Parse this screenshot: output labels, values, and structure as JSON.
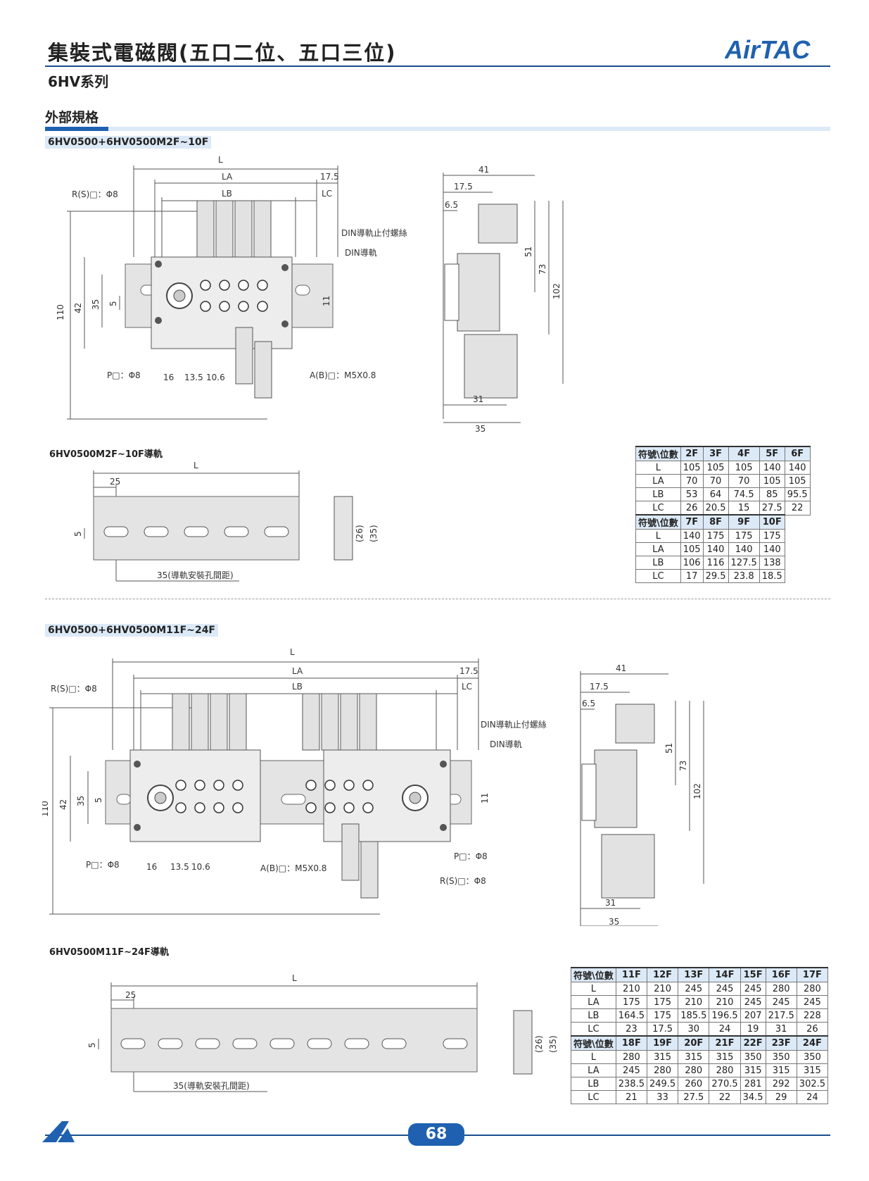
{
  "header": {
    "title": "集裝式電磁閥(五口二位、五口三位)",
    "series": "6HV系列",
    "brand": "AirTAC"
  },
  "section": {
    "heading": "外部規格"
  },
  "block1": {
    "model": "6HV0500+6HV0500M2F~10F",
    "top_labels": {
      "L": "L",
      "LA": "LA",
      "LB": "LB",
      "LC": "LC",
      "d175": "17.5"
    },
    "callouts": {
      "rs": "R(S)□：Φ8",
      "din_screw": "DIN導軌止付螺絲",
      "din": "DIN導軌",
      "p": "P□：Φ8",
      "ab": "A(B)□：M5X0.8"
    },
    "left_dims": [
      "110",
      "42",
      "35",
      "5"
    ],
    "inner_dim": "11",
    "bottom_dims": [
      "16",
      "13.5",
      "10.6"
    ],
    "side": {
      "w41": "41",
      "w175": "17.5",
      "w65": "6.5",
      "h51": "51",
      "h73": "73",
      "h102": "102",
      "b31": "31",
      "b35": "35"
    },
    "rail_title": "6HV0500M2F~10F導軌",
    "rail": {
      "L": "L",
      "d25": "25",
      "d5": "5",
      "pitch": "35(導軌安裝孔間距)",
      "h26": "(26)",
      "h35": "(35)"
    },
    "table": {
      "head": "符號\\位數",
      "groups": [
        {
          "cols": [
            "2F",
            "3F",
            "4F",
            "5F",
            "6F"
          ],
          "rows": [
            [
              "L",
              "105",
              "105",
              "105",
              "140",
              "140"
            ],
            [
              "LA",
              "70",
              "70",
              "70",
              "105",
              "105"
            ],
            [
              "LB",
              "53",
              "64",
              "74.5",
              "85",
              "95.5"
            ],
            [
              "LC",
              "26",
              "20.5",
              "15",
              "27.5",
              "22"
            ]
          ]
        },
        {
          "cols": [
            "7F",
            "8F",
            "9F",
            "10F"
          ],
          "rows": [
            [
              "L",
              "140",
              "175",
              "175",
              "175"
            ],
            [
              "LA",
              "105",
              "140",
              "140",
              "140"
            ],
            [
              "LB",
              "106",
              "116",
              "127.5",
              "138"
            ],
            [
              "LC",
              "17",
              "29.5",
              "23.8",
              "18.5"
            ]
          ]
        }
      ]
    }
  },
  "block2": {
    "model": "6HV0500+6HV0500M11F~24F",
    "top_labels": {
      "L": "L",
      "LA": "LA",
      "LB": "LB",
      "LC": "LC",
      "d175": "17.5"
    },
    "callouts": {
      "rs": "R(S)□：Φ8",
      "din_screw": "DIN導軌止付螺絲",
      "din": "DIN導軌",
      "p": "P□：Φ8",
      "ab": "A(B)□：M5X0.8",
      "p2": "P□：Φ8",
      "rs2": "R(S)□：Φ8"
    },
    "left_dims": [
      "110",
      "42",
      "35",
      "5"
    ],
    "inner_dim": "11",
    "bottom_dims": [
      "16",
      "13.5",
      "10.6"
    ],
    "side": {
      "w41": "41",
      "w175": "17.5",
      "w65": "6.5",
      "h51": "51",
      "h73": "73",
      "h102": "102",
      "b31": "31",
      "b35": "35"
    },
    "rail_title": "6HV0500M11F~24F導軌",
    "rail": {
      "L": "L",
      "d25": "25",
      "d5": "5",
      "pitch": "35(導軌安裝孔間距)",
      "h26": "(26)",
      "h35": "(35)"
    },
    "table": {
      "head": "符號\\位數",
      "groups": [
        {
          "cols": [
            "11F",
            "12F",
            "13F",
            "14F",
            "15F",
            "16F",
            "17F"
          ],
          "rows": [
            [
              "L",
              "210",
              "210",
              "245",
              "245",
              "245",
              "280",
              "280"
            ],
            [
              "LA",
              "175",
              "175",
              "210",
              "210",
              "245",
              "245",
              "245"
            ],
            [
              "LB",
              "164.5",
              "175",
              "185.5",
              "196.5",
              "207",
              "217.5",
              "228"
            ],
            [
              "LC",
              "23",
              "17.5",
              "30",
              "24",
              "19",
              "31",
              "26"
            ]
          ]
        },
        {
          "cols": [
            "18F",
            "19F",
            "20F",
            "21F",
            "22F",
            "23F",
            "24F"
          ],
          "rows": [
            [
              "L",
              "280",
              "315",
              "315",
              "315",
              "350",
              "350",
              "350"
            ],
            [
              "LA",
              "245",
              "280",
              "280",
              "280",
              "315",
              "315",
              "315"
            ],
            [
              "LB",
              "238.5",
              "249.5",
              "260",
              "270.5",
              "281",
              "292",
              "302.5"
            ],
            [
              "LC",
              "21",
              "33",
              "27.5",
              "22",
              "34.5",
              "29",
              "24"
            ]
          ]
        }
      ]
    }
  },
  "footer": {
    "page": "68"
  },
  "colors": {
    "brand_blue": "#1f61b0",
    "light_blue": "#dce9f7",
    "part_gray": "#e4e4e4"
  }
}
